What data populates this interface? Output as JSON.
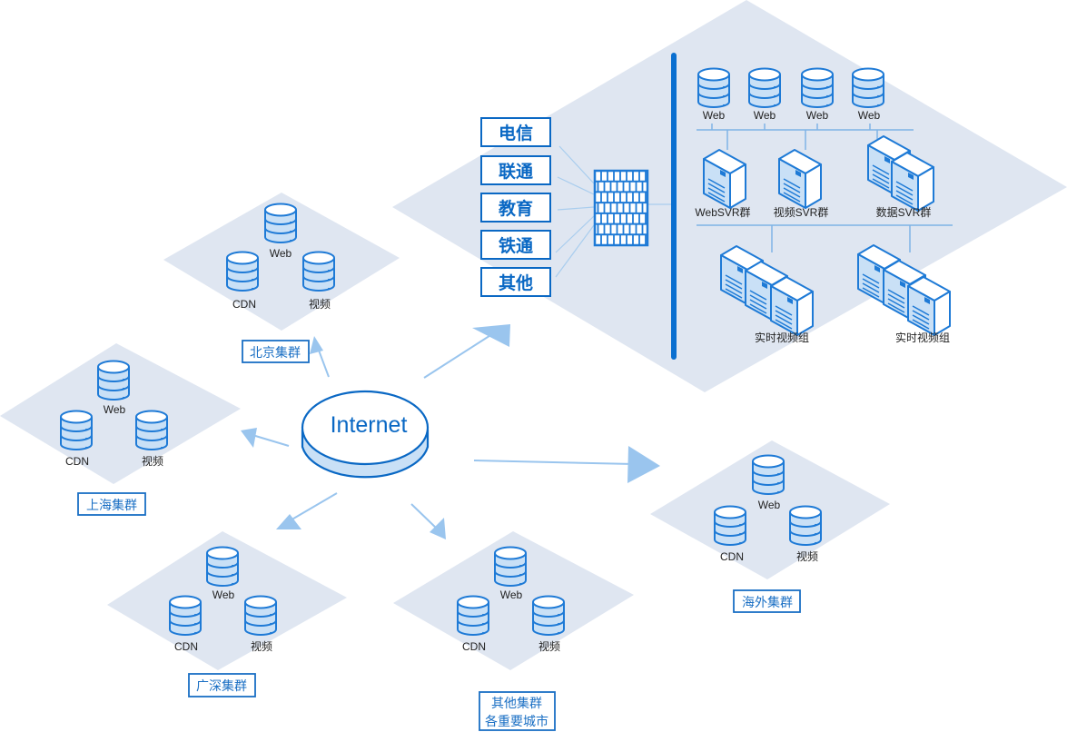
{
  "colors": {
    "accent": "#0a6fd0",
    "stroke": "#1e7ad6",
    "platform_fill": "#dfe6f1",
    "light_fill": "#c9e0f6",
    "arrow": "#9ac5ee",
    "link_line": "#a9cdee"
  },
  "internet": {
    "label": "Internet",
    "icon": "cloud-disk-icon"
  },
  "datacenter": {
    "isp_links": [
      "电信",
      "联通",
      "教育",
      "铁通",
      "其他"
    ],
    "firewall_icon": "firewall-icon",
    "web_servers": [
      "Web",
      "Web",
      "Web",
      "Web"
    ],
    "server_groups": [
      "WebSVR群",
      "视频SVR群",
      "数据SVR群"
    ],
    "realtime_groups": [
      "实时视频组",
      "实时视频组"
    ]
  },
  "clusters": [
    {
      "id": "beijing",
      "name": "北京集群",
      "nodes": [
        "Web",
        "CDN",
        "视频"
      ]
    },
    {
      "id": "shanghai",
      "name": "上海集群",
      "nodes": [
        "Web",
        "CDN",
        "视频"
      ]
    },
    {
      "id": "guangshen",
      "name": "广深集群",
      "nodes": [
        "Web",
        "CDN",
        "视频"
      ]
    },
    {
      "id": "other",
      "name": "其他集群",
      "subtitle": "各重要城市",
      "nodes": [
        "Web",
        "CDN",
        "视频"
      ]
    },
    {
      "id": "overseas",
      "name": "海外集群",
      "nodes": [
        "Web",
        "CDN",
        "视频"
      ]
    }
  ]
}
